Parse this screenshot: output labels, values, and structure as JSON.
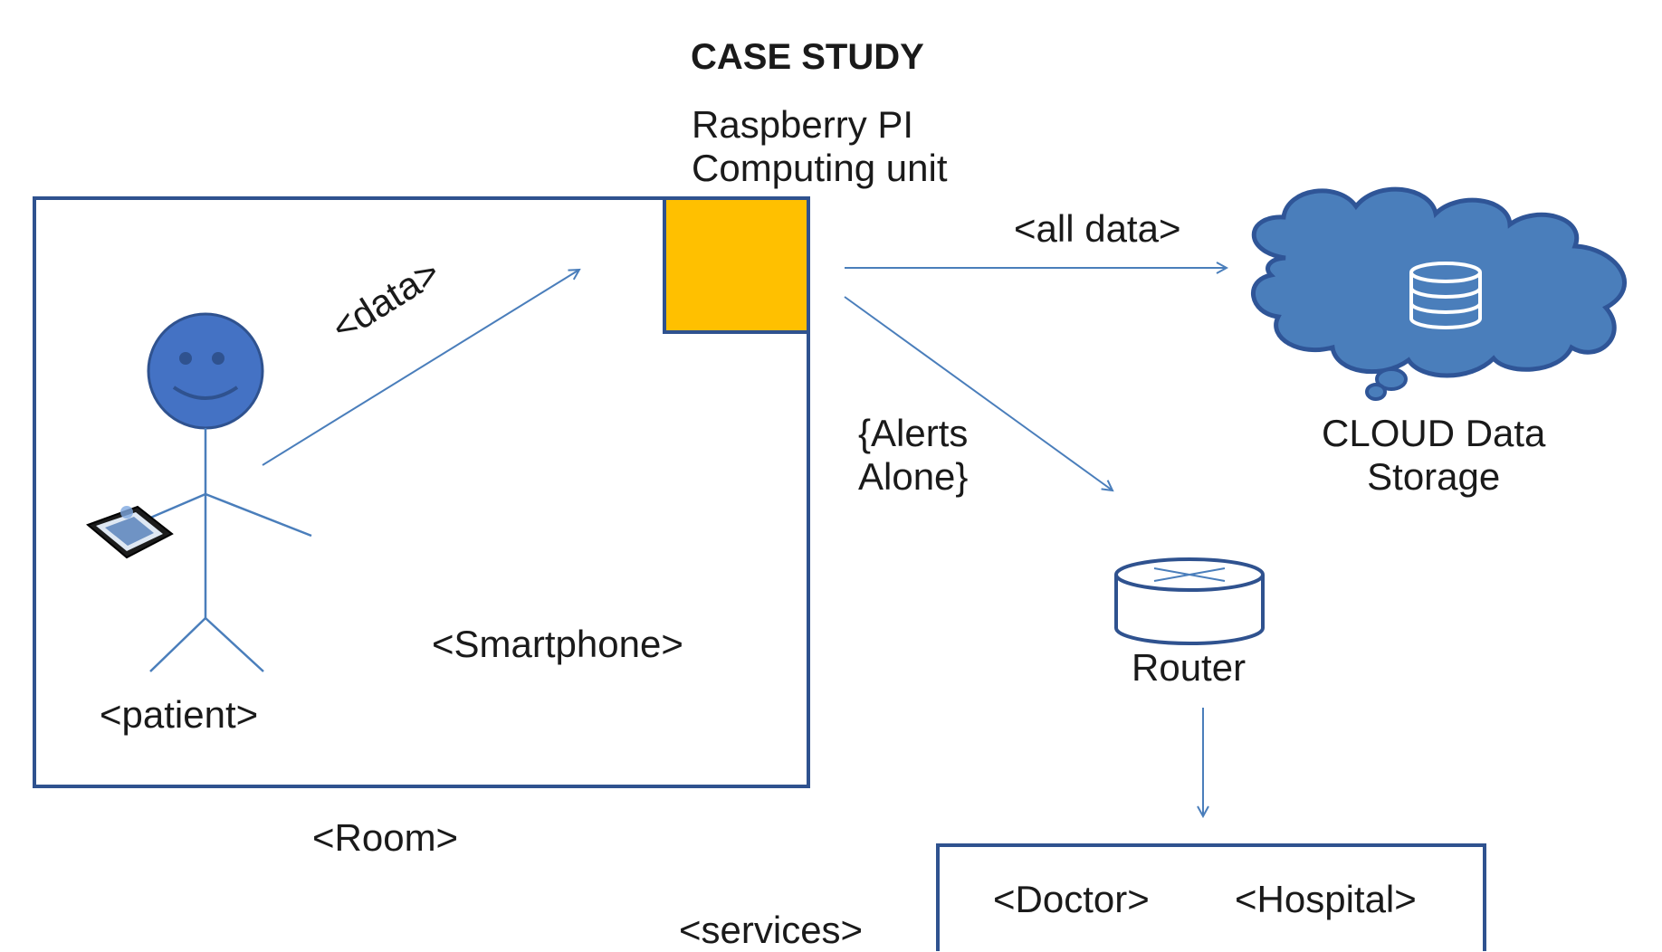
{
  "title": "CASE STUDY",
  "computing_unit": {
    "line1": "Raspberry PI",
    "line2": "Computing unit",
    "color": "#FFC000"
  },
  "room": {
    "label": "<Room>",
    "patient_label": "<patient>",
    "smartphone_label": "<Smartphone>",
    "data_edge_label": "<data>"
  },
  "edges": {
    "all_data": "<all data>",
    "alerts_line1": "{Alerts",
    "alerts_line2": "Alone}"
  },
  "cloud": {
    "line1": "CLOUD Data",
    "line2": "Storage",
    "color": "#4A7EBB"
  },
  "router": {
    "label": "Router"
  },
  "services": {
    "label": "<services>",
    "doctor": "<Doctor>",
    "hospital": "<Hospital>"
  },
  "colors": {
    "line": "#4A7EBB",
    "box_border": "#2F528F",
    "figure": "#4472C4"
  },
  "icons": [
    "smiley-face-icon",
    "smartphone-icon",
    "database-icon",
    "router-icon",
    "cloud-icon"
  ]
}
